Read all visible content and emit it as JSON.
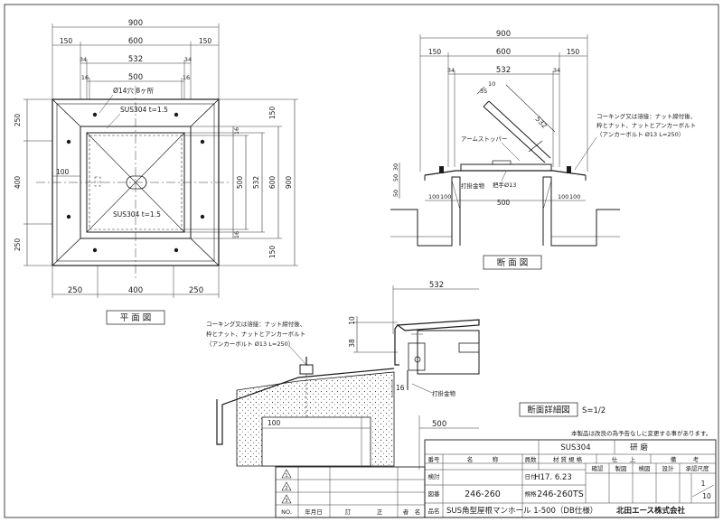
{
  "plan": {
    "dims_top": {
      "w900": "900",
      "s150a": "150",
      "w600": "600",
      "s150b": "150",
      "s34a": "34",
      "w532": "532",
      "s34b": "34",
      "s16a": "16",
      "w500": "500",
      "s16b": "16"
    },
    "hole_note": "Ø14穴 8ヶ所",
    "sus_top": "SUS304 t=1.5",
    "sus_mid": "SUS304 t=1.5",
    "dim_100": "100",
    "left_dims": {
      "d250a": "250",
      "d400": "400",
      "d250b": "250"
    },
    "right_dims": {
      "d16a": "16",
      "d500": "500",
      "d532": "532",
      "d16b": "16",
      "d600": "600",
      "d900": "900",
      "d150a": "150",
      "d150b": "150"
    },
    "bottom_dims": {
      "d250a": "250",
      "d400": "400",
      "d250b": "250"
    },
    "caption": "平 面 図"
  },
  "section": {
    "dims_top": {
      "w900": "900",
      "s150a": "150",
      "w600": "600",
      "s150b": "150",
      "s34a": "34",
      "w532": "532",
      "s34b": "34"
    },
    "lid_dims": {
      "d35": "35",
      "d10": "10",
      "d532": "532"
    },
    "note_lines": [
      "コーキング又は溶接：ナット締付後、",
      "枠とナット、ナットとアンカーボルト",
      "（アンカーボルト Ø13 L=250）"
    ],
    "stopper": "アームストッパー",
    "grip": "把手Ø13",
    "fitting": "打掛金物",
    "left_dims": {
      "d30": "30",
      "d50a": "50",
      "d50b": "50"
    },
    "base_dims": {
      "d100a": "100",
      "d100b": "100",
      "d500": "500",
      "d100c": "100",
      "d100d": "100"
    },
    "caption": "断 面 図"
  },
  "detail": {
    "dim_532": "532",
    "dim_10": "10",
    "dim_38": "38",
    "dim_16": "16",
    "dim_100": "100",
    "dim_500": "500",
    "note_lines": [
      "コーキング又は溶接：ナット締付後、",
      "枠とナット、ナットとアンカーボルト",
      "（アンカーボルト Ø13 L=250）"
    ],
    "fitting": "打掛金物",
    "caption": "断面詳細図",
    "scale": "S=1/2"
  },
  "title_block": {
    "notice": "本製品は改良の為予告なしに変更する事があります。",
    "material": "SUS304",
    "finish": "研 磨",
    "header_cells": [
      "番号",
      "名",
      "称",
      "員数",
      "材 質 規 格",
      "仕",
      "上",
      "備",
      "考"
    ],
    "labels": {
      "kentou": "検討",
      "zuban": "図番",
      "hinmei": "品名",
      "date_label": "日付",
      "kikaku": "規格"
    },
    "date": "H17. 6.23",
    "drawing_no": "246-260",
    "model_no": "246-260TS",
    "product_name": "SUS角型屋根マンホール 1-500（DB仕様）",
    "approval_cells": [
      "確認",
      "製図",
      "検図",
      "設計",
      "承認"
    ],
    "scale_label": "尺度",
    "scale_num": "1",
    "scale_den": "10",
    "company": "北田エース株式会社",
    "revision_headers": [
      "NO.",
      "年月日",
      "訂",
      "正",
      "者",
      "名"
    ],
    "revision_rows": [
      "1",
      "2",
      "3"
    ]
  }
}
